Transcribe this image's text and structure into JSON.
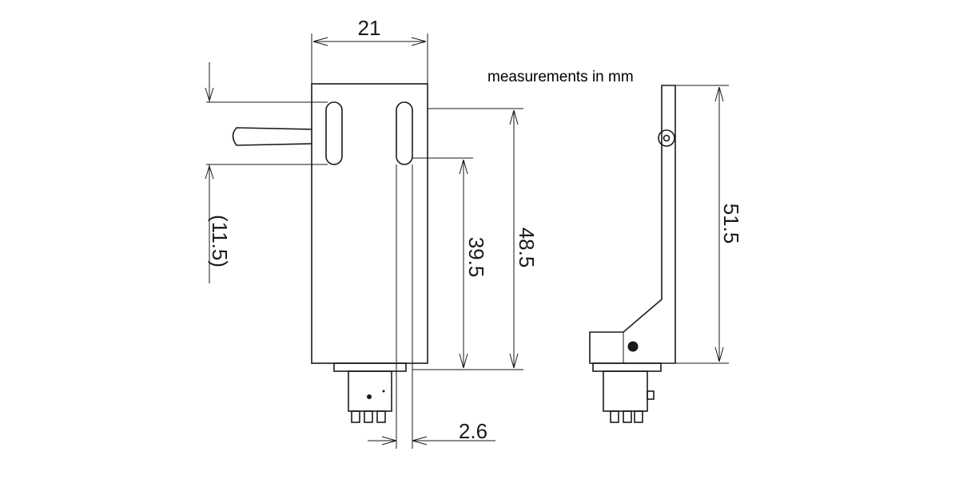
{
  "note": "measurements in mm",
  "dimensions": {
    "width_top": "21",
    "offset": "(11.5)",
    "height_39": "39.5",
    "height_48": "48.5",
    "side_height": "51.5",
    "bottom": "2.6"
  }
}
